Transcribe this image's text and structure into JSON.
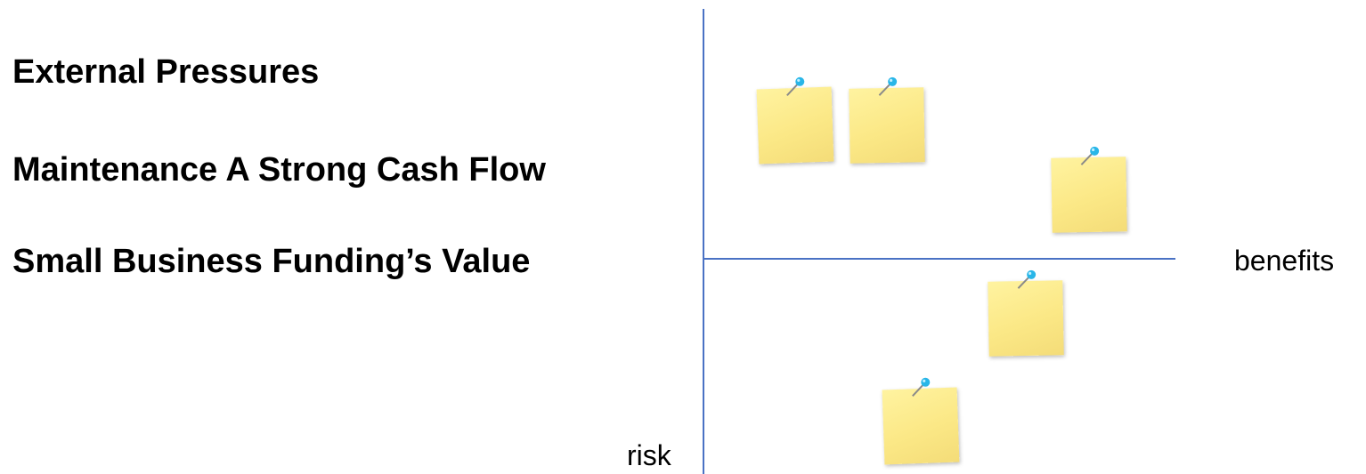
{
  "headings": [
    "External Pressures",
    "Maintenance A Strong Cash Flow",
    "Small Business Funding’s Value"
  ],
  "axes": {
    "x_label": "benefits",
    "y_label": "risk",
    "line_color": "#4a72c4"
  },
  "notes": {
    "count": 5,
    "color": "#fbe886",
    "pin_color": "#29b6e8",
    "icon": "push-pin-icon"
  }
}
